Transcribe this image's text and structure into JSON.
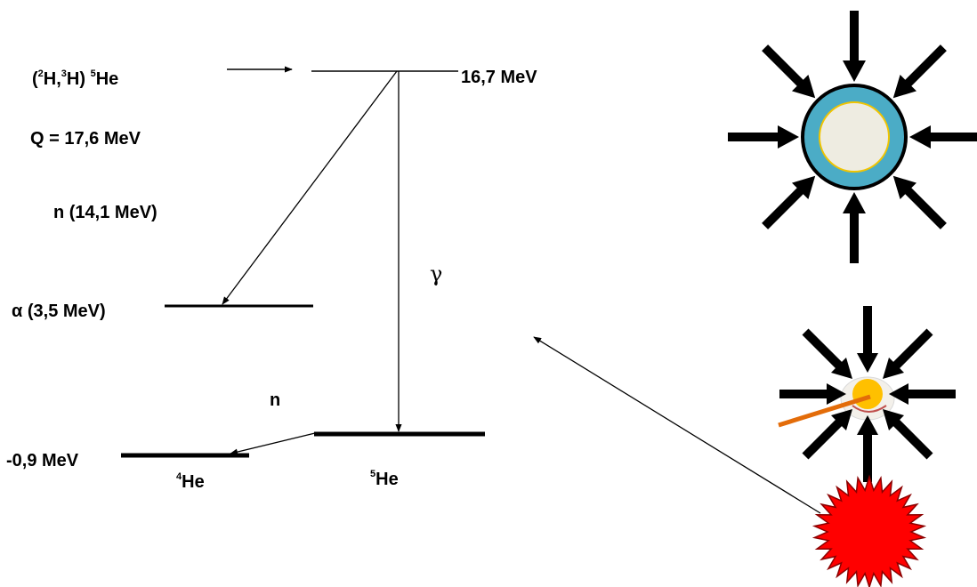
{
  "reaction": {
    "open_paren": "(",
    "h2_mass": "2",
    "h2_sym": "H,",
    "h3_mass": "3",
    "h3_sym": "H) ",
    "he5_mass": "5",
    "he5_sym": "He"
  },
  "energy_top": "16,7 MeV",
  "q_value": "Q = 17,6 MeV",
  "neutron_fast": "n (14,1 MeV)",
  "alpha_level": "α (3,5 MeV)",
  "gamma_label": "γ",
  "neutron_label": "n",
  "energy_bottom": "-0,9 MeV",
  "he4_level": {
    "mass": "4",
    "sym": "He"
  },
  "he5_level": {
    "mass": "5",
    "sym": "He"
  },
  "colors": {
    "capsule_shell": "#4BACC6",
    "capsule_core": "#EEECE1",
    "core_border": "#F0C400",
    "hot_spot": "#FFC000",
    "beam": "#E36C09",
    "star": "#FF0000",
    "ink": "#000000"
  }
}
